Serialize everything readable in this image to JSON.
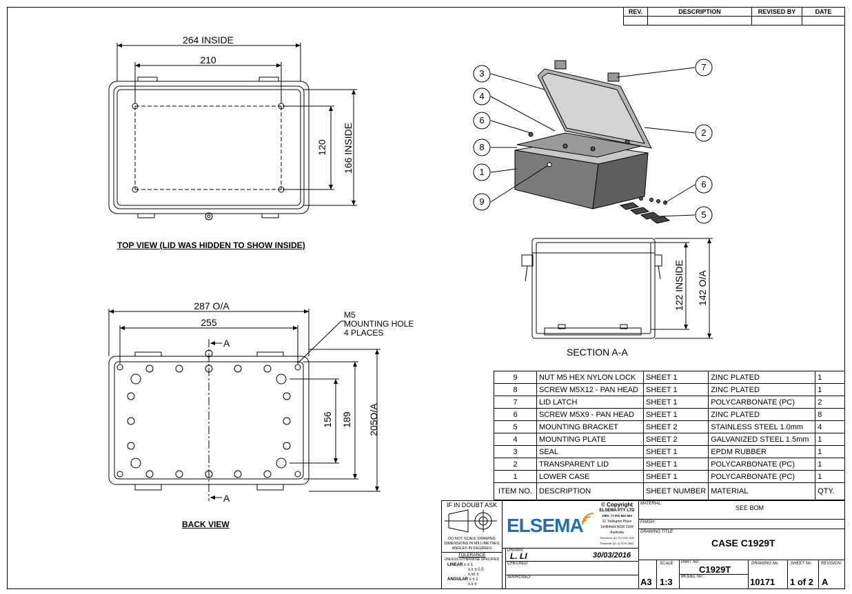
{
  "revision_table": {
    "headers": [
      "REV.",
      "DESCRIPTION",
      "REVISED BY",
      "DATE"
    ]
  },
  "top_view": {
    "dim_inside_width": "264 INSIDE",
    "dim_hole_spacing": "210",
    "dim_height_holes": "120",
    "dim_inside_height": "166 INSIDE",
    "caption": "TOP VIEW (LID WAS HIDDEN TO SHOW INSIDE)"
  },
  "back_view": {
    "dim_overall": "287 O/A",
    "dim_holes": "255",
    "dim_156": "156",
    "dim_189": "189",
    "dim_205": "205O/A",
    "note_l1": "M5",
    "note_l2": "MOUNTING HOLE",
    "note_l3": "4 PLACES",
    "section_mark": "A",
    "caption": "BACK VIEW"
  },
  "section": {
    "dim_122": "122 INSIDE",
    "dim_142": "142 O/A",
    "caption": "SECTION A-A"
  },
  "balloons": [
    "3",
    "4",
    "6",
    "8",
    "1",
    "9",
    "7",
    "2",
    "6",
    "5"
  ],
  "bom": {
    "rows": [
      {
        "item": "9",
        "desc": "NUT M5 HEX NYLON LOCK",
        "sheet": "SHEET 1",
        "material": "ZINC PLATED",
        "qty": "1"
      },
      {
        "item": "8",
        "desc": "SCREW M5X12 - PAN HEAD",
        "sheet": "SHEET 1",
        "material": "ZINC PLATED",
        "qty": "1"
      },
      {
        "item": "7",
        "desc": "LID LATCH",
        "sheet": "SHEET 1",
        "material": "POLYCARBONATE (PC)",
        "qty": "2"
      },
      {
        "item": "6",
        "desc": "SCREW M5X9 - PAN HEAD",
        "sheet": "SHEET 1",
        "material": "ZINC PLATED",
        "qty": "8"
      },
      {
        "item": "5",
        "desc": "MOUNTING BRACKET",
        "sheet": "SHEET 2",
        "material": "STAINLESS STEEL 1.0mm",
        "qty": "4"
      },
      {
        "item": "4",
        "desc": "MOUNTING PLATE",
        "sheet": "SHEET 2",
        "material": "GALVANIZED STEEL 1.5mm",
        "qty": "1"
      },
      {
        "item": "3",
        "desc": "SEAL",
        "sheet": "SHEET 1",
        "material": "EPDM RUBBER",
        "qty": "1"
      },
      {
        "item": "2",
        "desc": "TRANSPARENT LID",
        "sheet": "SHEET 1",
        "material": "POLYCARBONATE (PC)",
        "qty": "1"
      },
      {
        "item": "1",
        "desc": "LOWER CASE",
        "sheet": "SHEET 1",
        "material": "POLYCARBONATE (PC)",
        "qty": "1"
      }
    ],
    "headers": {
      "item": "ITEM NO.",
      "desc": "DESCRIPTION",
      "sheet": "SHEET NUMBER",
      "material": "MATERIAL",
      "qty": "QTY."
    }
  },
  "title_block": {
    "doubt": "IF IN DOUBT ASK",
    "scale_note1": "DO NOT SCALE DRAWING",
    "scale_note2": "DIMENSIONS IN MILLIMETRES",
    "scale_note3": "ANGLES IN DEGREES",
    "tolerance": "TOLERANCE",
    "tolerance_sub": "UNLESS OTHERWISE SPECIFIED",
    "linear": "LINEAR",
    "angular": "ANGULAR",
    "tol_lin1": "x ± 1",
    "tol_lin2": "x.x ± 0.5",
    "tol_lin3": "x.xx ±",
    "tol_ang1": "x ± 1",
    "tol_ang2": "x.x ±",
    "logo": "ELSEMA",
    "copyright": "© Copyright",
    "company": "ELSEMA PTY LTD",
    "abn": "ABN: 77 001 562 563",
    "addr1": "31 Tarlington Place",
    "addr2": "Smithfield NSW 2164",
    "addr3": "Australia",
    "phone": "Telephone (61 2) 9729 1190",
    "fax": "Facsimile (61 2) 9729 2663",
    "drawn_label": "DRAWN",
    "drawn_by": "L. LI",
    "date": "30/03/2016",
    "checked_label": "CHECKED",
    "approved_label": "APPROVED",
    "material_label": "MATERIAL:",
    "material_value": "SEE BOM",
    "finish_label": "FINISH:",
    "drawing_title_label": "DRAWING TITLE:",
    "drawing_title": "CASE C1929T",
    "size": "A3",
    "scale_label": "SCALE:",
    "scale": "1:3",
    "part_label": "PART No:",
    "part_no": "C1929T",
    "model_label": "MODEL No:",
    "drawing_no_label": "DRAWING No:",
    "drawing_no": "10171",
    "sheet_label": "SHEET No:",
    "sheet": "1 of 2",
    "revision_label": "REVISION:",
    "revision": "A"
  }
}
